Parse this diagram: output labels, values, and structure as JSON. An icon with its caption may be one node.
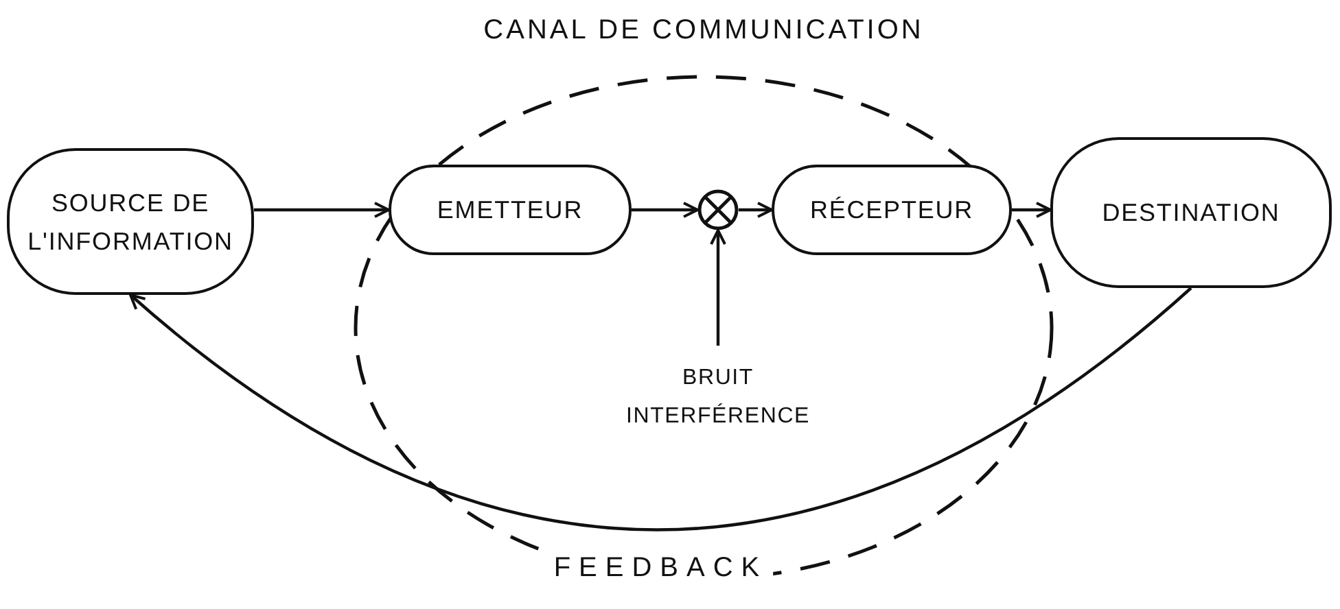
{
  "diagram": {
    "nodes": [
      {
        "text": [
          "SOURCE DE L'INFORMATION"
        ]
      },
      {
        "text": [
          "CANAL DE COMMUNICATION"
        ]
      },
      {
        "text": [
          "EMETTEUR"
        ],
        "in": 1
      },
      {
        "text": [],
        "shape": "circle",
        "in": 1
      },
      {
        "text": [
          "RÉCEPTEUR"
        ],
        "in": 1
      },
      {
        "text": [
          "DESTINATION"
        ]
      },
      {
        "text": [
          "BRUIT INTERFÉRENCE"
        ],
        "in": 1
      }
    ],
    "edges": [
      {
        "from": 0,
        "to": 2,
        "arrow": "to"
      },
      {
        "from": 2,
        "to": 3,
        "arrow": "to"
      },
      {
        "from": 3,
        "to": 4,
        "arrow": "to"
      },
      {
        "from": 4,
        "to": 5,
        "arrow": "to"
      },
      {
        "from": 6,
        "to": 3,
        "arrow": "to"
      },
      {
        "from": 5,
        "to": 0,
        "arrow": "to",
        "label": "FEEDBACK"
      }
    ]
  }
}
